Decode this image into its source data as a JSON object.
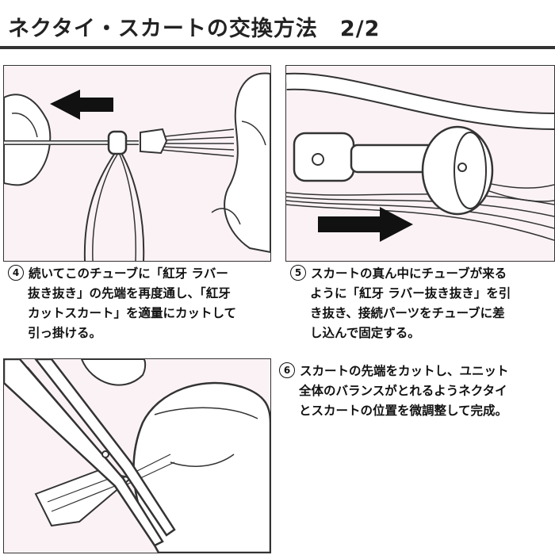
{
  "page": {
    "title": "ネクタイ・スカートの交換方法　2/2"
  },
  "steps": [
    {
      "number": "4",
      "lines": [
        "続いてこのチューブに「紅牙 ラバー",
        "抜き抜き」の先端を再度通し、「紅牙",
        "カットスカート」を適量にカットして",
        "引っ掛ける。"
      ]
    },
    {
      "number": "5",
      "lines": [
        "スカートの真ん中にチューブが来る",
        "ように「紅牙 ラバー抜き抜き」を引",
        "き抜き、接続パーツをチューブに差",
        "し込んで固定する。"
      ]
    },
    {
      "number": "6",
      "lines": [
        "スカートの先端をカットし、ユニット",
        "全体のバランスがとれるようネクタイ",
        "とスカートの位置を微調整して完成。"
      ]
    }
  ],
  "colors": {
    "panel_bg": "#fbf2f6",
    "title_rule": "#333333",
    "arrow": "#111111"
  },
  "icons": [
    "arrow-left-icon",
    "arrow-right-icon",
    "scissors-icon"
  ]
}
